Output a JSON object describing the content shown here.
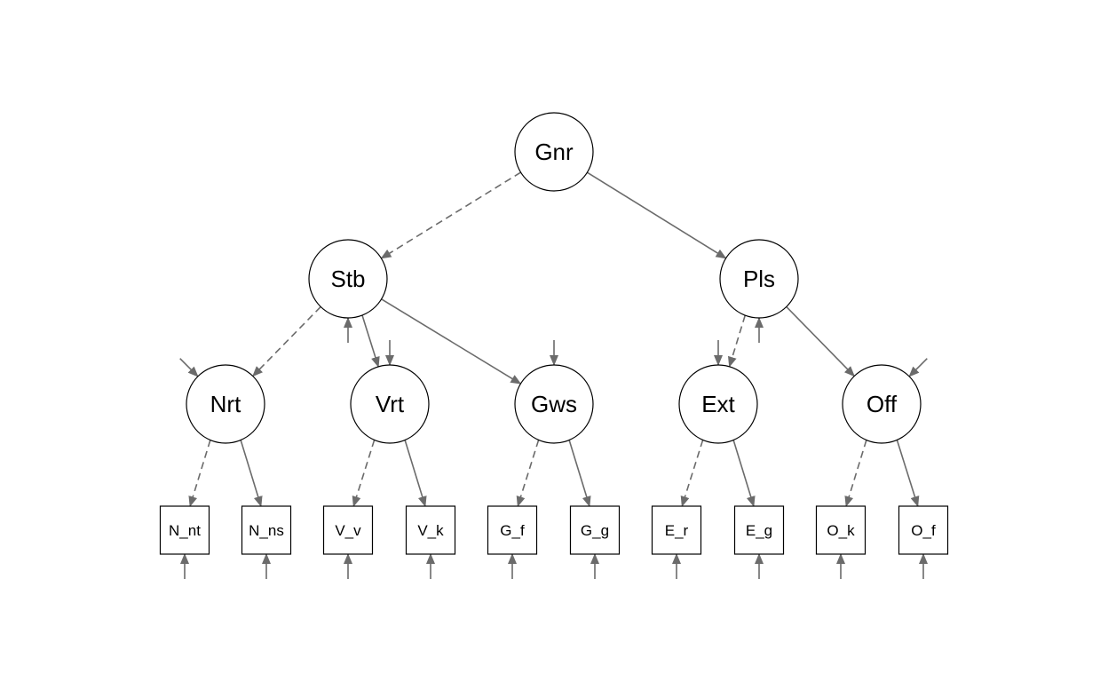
{
  "diagram": {
    "edge_color": "#6b6b6b",
    "latent_nodes": [
      {
        "id": "gnr",
        "label": "Gnr"
      },
      {
        "id": "stb",
        "label": "Stb"
      },
      {
        "id": "pls",
        "label": "Pls"
      },
      {
        "id": "nrt",
        "label": "Nrt"
      },
      {
        "id": "vrt",
        "label": "Vrt"
      },
      {
        "id": "gws",
        "label": "Gws"
      },
      {
        "id": "ext",
        "label": "Ext"
      },
      {
        "id": "off",
        "label": "Off"
      }
    ],
    "observed_nodes": [
      {
        "id": "n_nt",
        "label": "N_nt"
      },
      {
        "id": "n_ns",
        "label": "N_ns"
      },
      {
        "id": "v_v",
        "label": "V_v"
      },
      {
        "id": "v_k",
        "label": "V_k"
      },
      {
        "id": "g_f",
        "label": "G_f"
      },
      {
        "id": "g_g",
        "label": "G_g"
      },
      {
        "id": "e_r",
        "label": "E_r"
      },
      {
        "id": "e_g",
        "label": "E_g"
      },
      {
        "id": "o_k",
        "label": "O_k"
      },
      {
        "id": "o_f",
        "label": "O_f"
      }
    ],
    "edges": [
      {
        "from": "gnr",
        "to": "stb",
        "style": "dashed"
      },
      {
        "from": "gnr",
        "to": "pls",
        "style": "solid"
      },
      {
        "from": "stb",
        "to": "nrt",
        "style": "dashed"
      },
      {
        "from": "stb",
        "to": "vrt",
        "style": "solid"
      },
      {
        "from": "stb",
        "to": "gws",
        "style": "solid"
      },
      {
        "from": "pls",
        "to": "ext",
        "style": "dashed"
      },
      {
        "from": "pls",
        "to": "off",
        "style": "solid"
      },
      {
        "from": "nrt",
        "to": "n_nt",
        "style": "dashed"
      },
      {
        "from": "nrt",
        "to": "n_ns",
        "style": "solid"
      },
      {
        "from": "vrt",
        "to": "v_v",
        "style": "dashed"
      },
      {
        "from": "vrt",
        "to": "v_k",
        "style": "solid"
      },
      {
        "from": "gws",
        "to": "g_f",
        "style": "dashed"
      },
      {
        "from": "gws",
        "to": "g_g",
        "style": "solid"
      },
      {
        "from": "ext",
        "to": "e_r",
        "style": "dashed"
      },
      {
        "from": "ext",
        "to": "e_g",
        "style": "solid"
      },
      {
        "from": "off",
        "to": "o_k",
        "style": "dashed"
      },
      {
        "from": "off",
        "to": "o_f",
        "style": "solid"
      }
    ],
    "error_arrows": [
      {
        "node": "stb",
        "from": "below"
      },
      {
        "node": "pls",
        "from": "below"
      },
      {
        "node": "nrt",
        "from": "upper-left"
      },
      {
        "node": "vrt",
        "from": "above"
      },
      {
        "node": "gws",
        "from": "above"
      },
      {
        "node": "ext",
        "from": "above"
      },
      {
        "node": "off",
        "from": "upper-right"
      },
      {
        "node": "n_nt",
        "from": "below"
      },
      {
        "node": "n_ns",
        "from": "below"
      },
      {
        "node": "v_v",
        "from": "below"
      },
      {
        "node": "v_k",
        "from": "below"
      },
      {
        "node": "g_f",
        "from": "below"
      },
      {
        "node": "g_g",
        "from": "below"
      },
      {
        "node": "e_r",
        "from": "below"
      },
      {
        "node": "e_g",
        "from": "below"
      },
      {
        "node": "o_k",
        "from": "below"
      },
      {
        "node": "o_f",
        "from": "below"
      }
    ]
  }
}
